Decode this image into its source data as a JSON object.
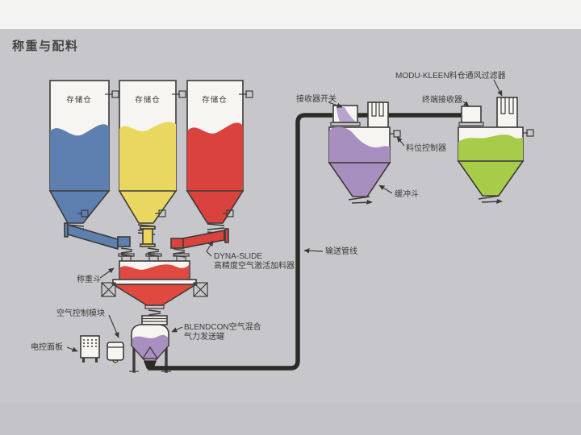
{
  "page": {
    "title": "称重与配料"
  },
  "colors": {
    "page_bg": "#c7c7cb",
    "top_strip": "#f4f4f2",
    "bottom_strip": "#c4c4c8",
    "vessel_white": "#f6f5f1",
    "outline": "#3c3b39",
    "label_text": "#3b3a38",
    "title_text": "#454442",
    "silo_blue": "#5d80b0",
    "silo_yellow": "#e9d75f",
    "silo_red": "#d9423d",
    "hopper_red": "#e0493f",
    "buffer_purple": "#a78fc0",
    "purple_light": "#b9a3cf",
    "terminal_green": "#a6cc4a",
    "pipe_dark": "#2c2b27"
  },
  "labels": {
    "storage_silo": "存储仓",
    "weigh_hopper": "称重斗",
    "dyna_slide_line1": "DYNA-SLIDE",
    "dyna_slide_line2": "高精度空气激活加料器",
    "air_control_module": "空气控制模块",
    "control_panel": "电控面板",
    "blendcon_line1": "BLENDCON空气混合",
    "blendcon_line2": "气力发送罐",
    "pipeline": "输送管线",
    "receiver_switch": "接收器开关",
    "modu_kleen_filter": "MODU-KLEEN料仓通风过滤器",
    "terminal_receiver": "终端接收器",
    "level_controller": "料位控制器",
    "buffer_hopper": "缓冲斗"
  }
}
